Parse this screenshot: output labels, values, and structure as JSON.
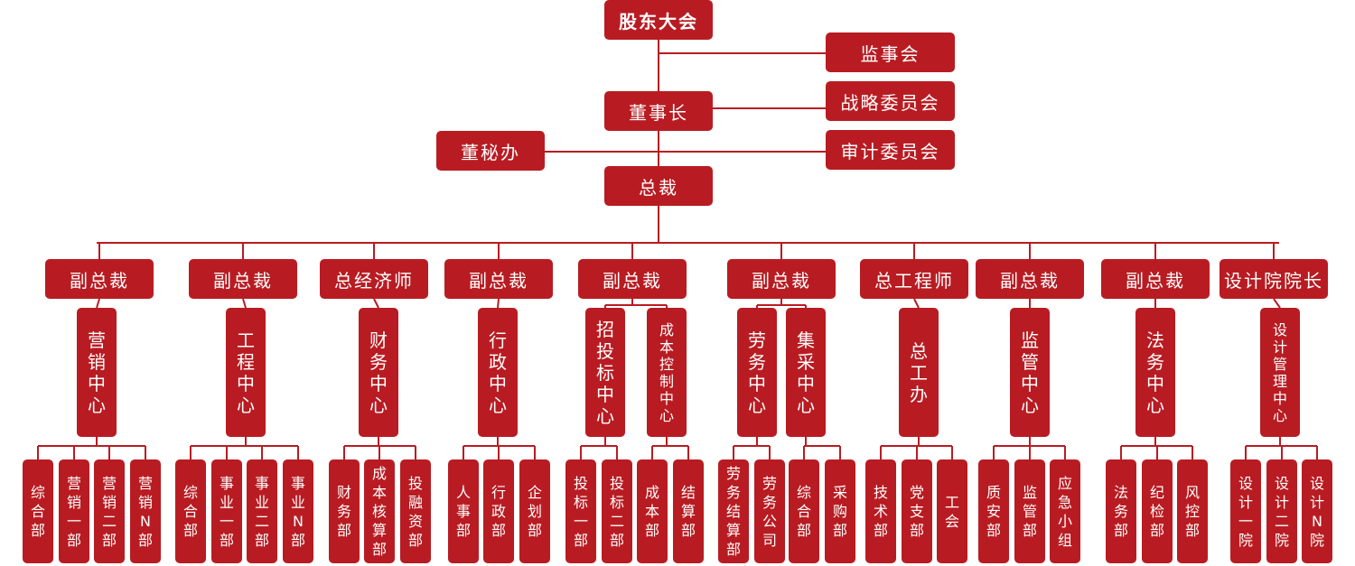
{
  "top": {
    "shareholders": "股东大会",
    "supervisory_board": "监事会",
    "chairman": "董事长",
    "strategy_committee": "战略委员会",
    "audit_committee": "审计委员会",
    "board_secretary_office": "董秘办",
    "president": "总裁"
  },
  "branches": [
    {
      "title": "副总裁",
      "centers": [
        {
          "name": "营销中心",
          "depts": [
            "综合部",
            "营销一部",
            "营销二部",
            "营销N部"
          ]
        }
      ]
    },
    {
      "title": "副总裁",
      "centers": [
        {
          "name": "工程中心",
          "depts": [
            "综合部",
            "事业一部",
            "事业二部",
            "事业N部"
          ]
        }
      ]
    },
    {
      "title": "总经济师",
      "centers": [
        {
          "name": "财务中心",
          "depts": [
            "财务部",
            "成本核算部",
            "投融资部"
          ]
        }
      ]
    },
    {
      "title": "副总裁",
      "centers": [
        {
          "name": "行政中心",
          "depts": [
            "人事部",
            "行政部",
            "企划部"
          ]
        }
      ]
    },
    {
      "title": "副总裁",
      "centers": [
        {
          "name": "招投标中心",
          "depts": [
            "投标一部",
            "投标二部"
          ]
        },
        {
          "name": "成本控制中心",
          "depts": [
            "成本部",
            "结算部"
          ]
        }
      ]
    },
    {
      "title": "副总裁",
      "centers": [
        {
          "name": "劳务中心",
          "depts": [
            "劳务结算部",
            "劳务公司"
          ]
        },
        {
          "name": "集采中心",
          "depts": [
            "综合部",
            "采购部"
          ]
        }
      ]
    },
    {
      "title": "总工程师",
      "centers": [
        {
          "name": "总工办",
          "depts": [
            "技术部",
            "党支部",
            "工会"
          ]
        }
      ]
    },
    {
      "title": "副总裁",
      "centers": [
        {
          "name": "监管中心",
          "depts": [
            "质安部",
            "监管部",
            "应急小组"
          ]
        }
      ]
    },
    {
      "title": "副总裁",
      "centers": [
        {
          "name": "法务中心",
          "depts": [
            "法务部",
            "纪检部",
            "风控部"
          ]
        }
      ]
    },
    {
      "title": "设计院院长",
      "centers": [
        {
          "name": "设计管理中心",
          "depts": [
            "设计一院",
            "设计二院",
            "设计N院"
          ]
        }
      ]
    }
  ],
  "colors": {
    "primary": "#b81c22",
    "text": "#ffffff"
  }
}
